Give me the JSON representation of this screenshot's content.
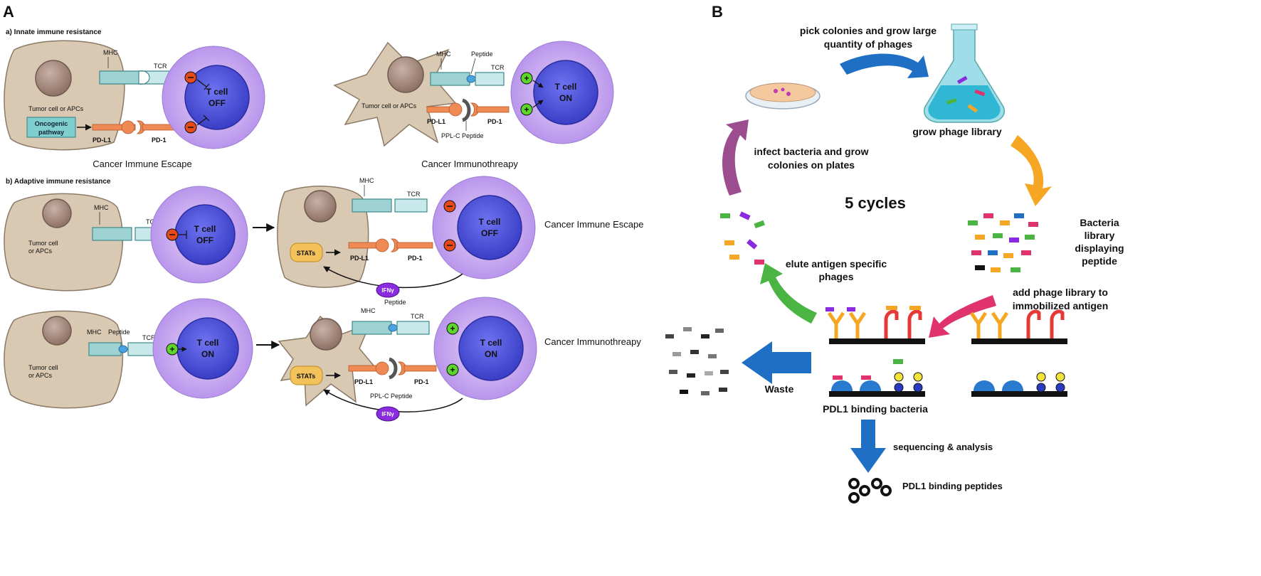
{
  "panel_a": {
    "letter": "A",
    "section_a_title": "a) Innate immune resistance",
    "section_b_title": "b) Adaptive immune resistance",
    "escape_caption": "Cancer Immune Escape",
    "therapy_caption": "Cancer Immunothreapy",
    "side_escape": "Cancer Immune Escape",
    "side_therapy": "Cancer Immunothreapy",
    "labels": {
      "mhc": "MHC",
      "tcr": "TCR",
      "peptide": "Peptide",
      "pdl1": "PD-L1",
      "pd1": "PD-1",
      "ppl_c": "PPL-C Peptide",
      "tumor_line1": "Tumor cell",
      "tumor_line2": "or APCs",
      "tumor_inline": "Tumor cell or APCs",
      "oncogenic_line1": "Oncogenic",
      "oncogenic_line2": "pathway",
      "stats": "STATs",
      "ifny": "IFNγ",
      "tcell": "T cell",
      "off": "OFF",
      "on": "ON"
    }
  },
  "panel_b": {
    "letter": "B",
    "pick_line1": "pick colonies and grow large",
    "pick_line2": "quantity of phages",
    "grow_library": "grow phage library",
    "infect_line1": "infect bacteria and grow",
    "infect_line2": "colonies on plates",
    "cycles": "5 cycles",
    "bacteria_line1": "Bacteria",
    "bacteria_line2": "library",
    "bacteria_line3": "displaying",
    "bacteria_line4": "peptide",
    "elute_line1": "elute antigen specific",
    "elute_line2": "phages",
    "add_line1": "add phage library to",
    "add_line2": "immobilized antigen",
    "waste": "Waste",
    "pdl1_binding_bacteria": "PDL1 binding bacteria",
    "sequencing": "sequencing & analysis",
    "pdl1_binding_peptides": "PDL1 binding peptides"
  },
  "colors": {
    "tumor": "#d9c9b3",
    "nucleus": "#a88d80",
    "tcell_outer": "#c9a8f2",
    "tcell_inner": "#4a4ed8",
    "receptor": "#9fd3d3",
    "pd": "#ef8a55",
    "inhibit": "#e64a19",
    "activate": "#5dd62c",
    "stats": "#f3c25a",
    "ifny": "#8a2be2",
    "arrow_blue": "#1f6fc4",
    "arrow_orange": "#f5a623",
    "arrow_purple": "#9c4d8f",
    "arrow_green": "#4bb543",
    "arrow_pink": "#e0336e"
  }
}
